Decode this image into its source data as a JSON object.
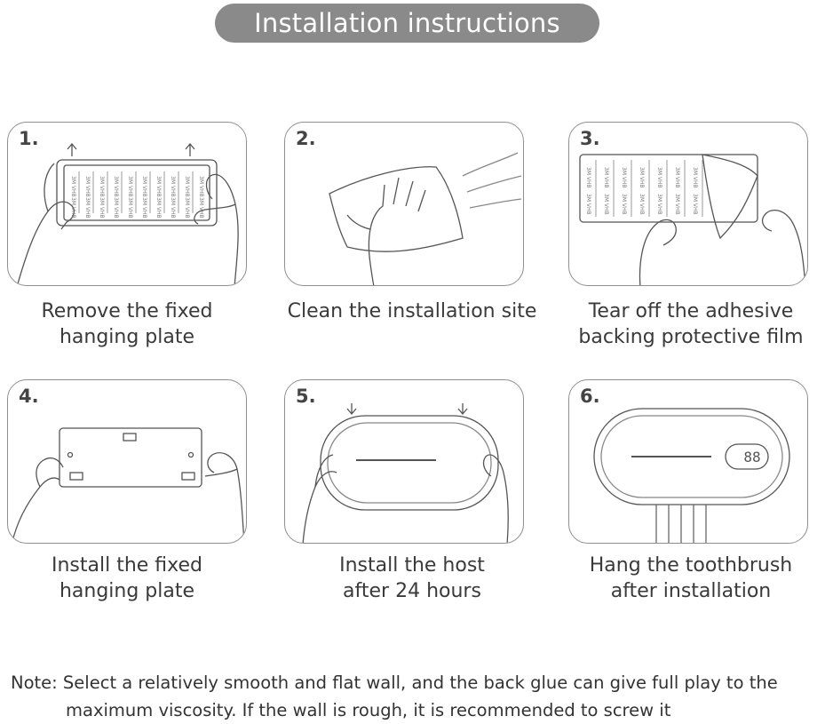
{
  "title": "Installation instructions",
  "steps": [
    {
      "number": "1.",
      "caption_line1": "Remove the fixed",
      "caption_line2": "hanging plate"
    },
    {
      "number": "2.",
      "caption_line1": "Clean the installation site",
      "caption_line2": ""
    },
    {
      "number": "3.",
      "caption_line1": "Tear off the adhesive",
      "caption_line2": "backing protective film"
    },
    {
      "number": "4.",
      "caption_line1": "Install the fixed",
      "caption_line2": "hanging plate"
    },
    {
      "number": "5.",
      "caption_line1": "Install the host",
      "caption_line2": "after 24 hours"
    },
    {
      "number": "6.",
      "caption_line1": "Hang the toothbrush",
      "caption_line2": "after installation"
    }
  ],
  "tape_label": "3M VHB",
  "display_readout": "88",
  "note_line1": "Note: Select a relatively smooth and flat wall, and the back glue can give full play to the",
  "note_line2": "maximum viscosity. If the wall is rough, it is recommended to screw it"
}
